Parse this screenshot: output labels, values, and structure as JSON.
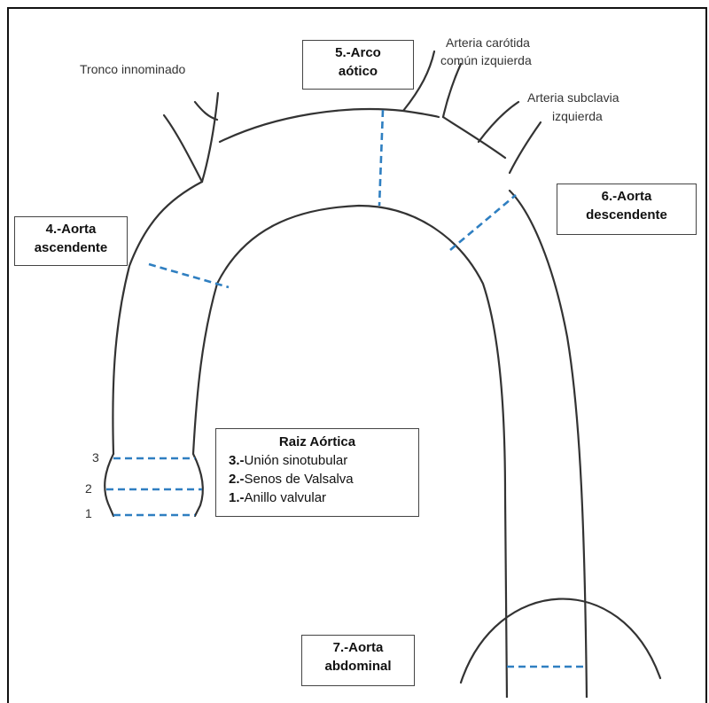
{
  "labels": {
    "tronco": "Tronco innominado",
    "carotida_line1": "Arteria carótida",
    "carotida_line2": "común izquierda",
    "subclavia_line1": "Arteria subclavia",
    "subclavia_line2": "izquierda"
  },
  "boxes": {
    "arco_line1": "5.-Arco",
    "arco_line2": "aótico",
    "asc_line1": "4.-Aorta",
    "asc_line2": "ascendente",
    "desc_line1": "6.-Aorta",
    "desc_line2": "descendente",
    "abd_line1": "7.-Aorta",
    "abd_line2": "abdominal"
  },
  "raiz": {
    "title": "Raiz Aórtica",
    "items": [
      {
        "num": "3.-",
        "text": "Unión sinotubular"
      },
      {
        "num": "2.-",
        "text": "Senos de Valsalva"
      },
      {
        "num": "1.-",
        "text": "Anillo valvular"
      }
    ]
  },
  "markers": [
    "3",
    "2",
    "1"
  ],
  "colors": {
    "outline": "#333333",
    "dash": "#2f7fc1"
  }
}
